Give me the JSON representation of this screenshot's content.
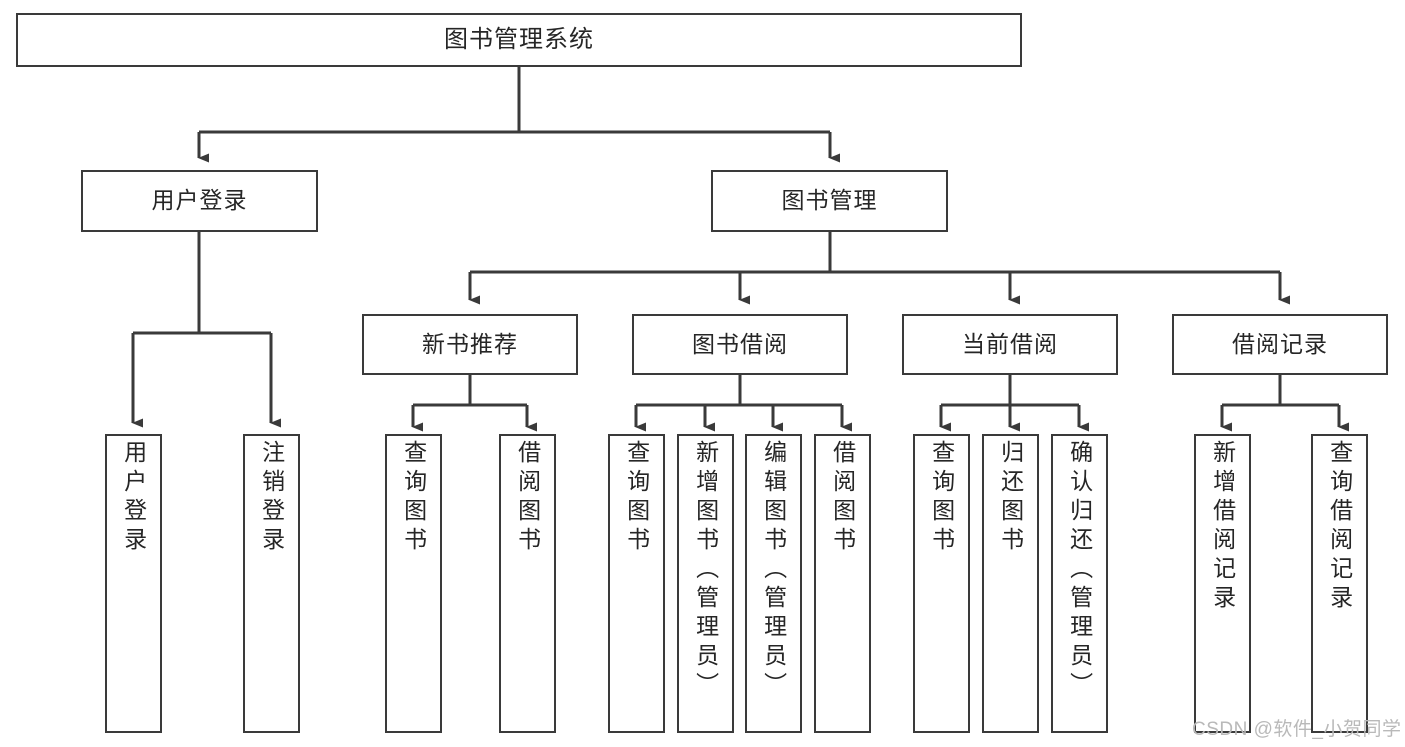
{
  "diagram": {
    "title": "图书管理系统",
    "type": "tree-hierarchy-chart",
    "orientation": "top-down",
    "nodes": {
      "root": {
        "label": "图书管理系统",
        "level": 1,
        "text_direction": "horizontal"
      },
      "user_login": {
        "label": "用户登录",
        "level": 2,
        "text_direction": "horizontal"
      },
      "book_manage": {
        "label": "图书管理",
        "level": 2,
        "text_direction": "horizontal"
      },
      "new_book_rec": {
        "label": "新书推荐",
        "level": 3,
        "text_direction": "horizontal"
      },
      "book_borrow": {
        "label": "图书借阅",
        "level": 3,
        "text_direction": "horizontal"
      },
      "current_borrow": {
        "label": "当前借阅",
        "level": 3,
        "text_direction": "horizontal"
      },
      "borrow_record": {
        "label": "借阅记录",
        "level": 3,
        "text_direction": "horizontal"
      },
      "leaf_user_login": {
        "label": "用户登录",
        "level": 4,
        "text_direction": "vertical"
      },
      "leaf_logout": {
        "label": "注销登录",
        "level": 4,
        "text_direction": "vertical"
      },
      "leaf_query_book_a": {
        "label": "查询图书",
        "level": 4,
        "text_direction": "vertical"
      },
      "leaf_borrow_book_a": {
        "label": "借阅图书",
        "level": 4,
        "text_direction": "vertical"
      },
      "leaf_query_book_b": {
        "label": "查询图书",
        "level": 4,
        "text_direction": "vertical"
      },
      "leaf_add_book": {
        "label": "新增图书（管理员）",
        "level": 4,
        "text_direction": "vertical"
      },
      "leaf_edit_book": {
        "label": "编辑图书（管理员）",
        "level": 4,
        "text_direction": "vertical"
      },
      "leaf_borrow_book_b": {
        "label": "借阅图书",
        "level": 4,
        "text_direction": "vertical"
      },
      "leaf_query_book_c": {
        "label": "查询图书",
        "level": 4,
        "text_direction": "vertical"
      },
      "leaf_return_book": {
        "label": "归还图书",
        "level": 4,
        "text_direction": "vertical"
      },
      "leaf_confirm_return": {
        "label": "确认归还（管理员）",
        "level": 4,
        "text_direction": "vertical"
      },
      "leaf_add_record": {
        "label": "新增借阅记录",
        "level": 4,
        "text_direction": "vertical"
      },
      "leaf_query_record": {
        "label": "查询借阅记录",
        "level": 4,
        "text_direction": "vertical"
      }
    },
    "edges": [
      {
        "from": "root",
        "to": "user_login"
      },
      {
        "from": "root",
        "to": "book_manage"
      },
      {
        "from": "user_login",
        "to": "leaf_user_login"
      },
      {
        "from": "user_login",
        "to": "leaf_logout"
      },
      {
        "from": "book_manage",
        "to": "new_book_rec"
      },
      {
        "from": "book_manage",
        "to": "book_borrow"
      },
      {
        "from": "book_manage",
        "to": "current_borrow"
      },
      {
        "from": "book_manage",
        "to": "borrow_record"
      },
      {
        "from": "new_book_rec",
        "to": "leaf_query_book_a"
      },
      {
        "from": "new_book_rec",
        "to": "leaf_borrow_book_a"
      },
      {
        "from": "book_borrow",
        "to": "leaf_query_book_b"
      },
      {
        "from": "book_borrow",
        "to": "leaf_add_book"
      },
      {
        "from": "book_borrow",
        "to": "leaf_edit_book"
      },
      {
        "from": "book_borrow",
        "to": "leaf_borrow_book_b"
      },
      {
        "from": "current_borrow",
        "to": "leaf_query_book_c"
      },
      {
        "from": "current_borrow",
        "to": "leaf_return_book"
      },
      {
        "from": "current_borrow",
        "to": "leaf_confirm_return"
      },
      {
        "from": "borrow_record",
        "to": "leaf_add_record"
      },
      {
        "from": "borrow_record",
        "to": "leaf_query_record"
      }
    ],
    "colors": {
      "node_border": "#3a3a3a",
      "node_fill": "#ffffff",
      "connector": "#3a3a3a",
      "text": "#262626",
      "background": "#ffffff",
      "watermark": "#b9b9b9"
    }
  },
  "watermark": {
    "text": "CSDN @软件_小贺同学"
  }
}
